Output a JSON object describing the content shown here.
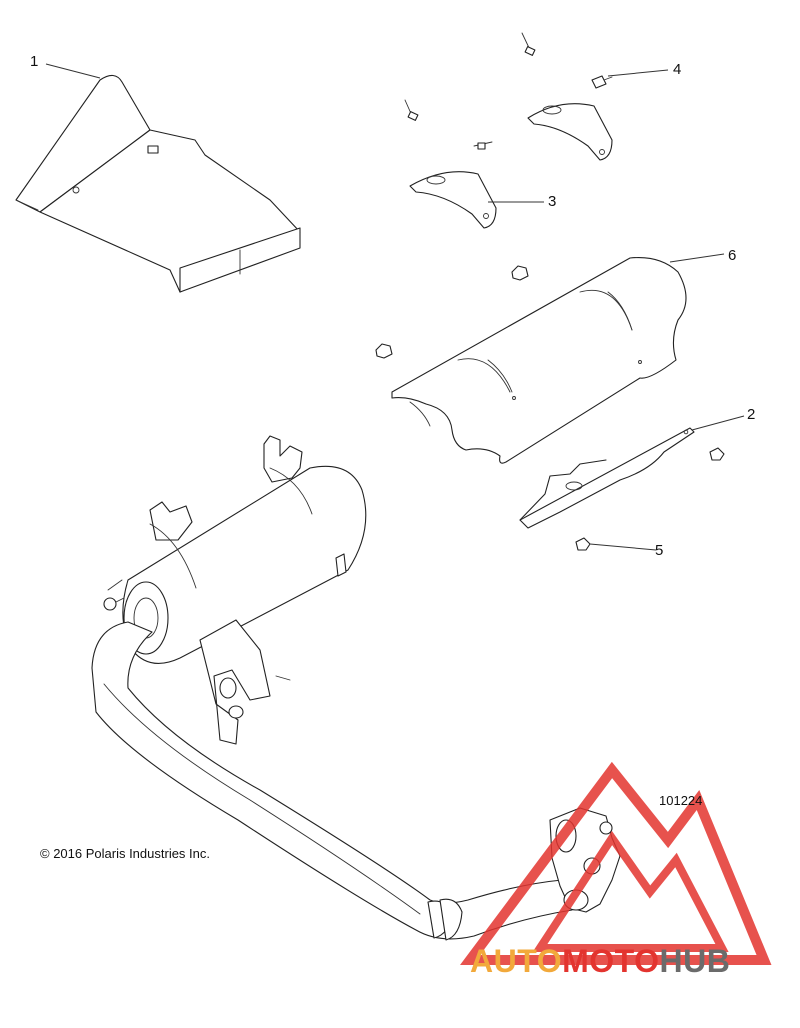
{
  "callouts": [
    {
      "id": "1",
      "label": "1"
    },
    {
      "id": "2",
      "label": "2"
    },
    {
      "id": "3",
      "label": "3"
    },
    {
      "id": "4",
      "label": "4"
    },
    {
      "id": "5",
      "label": "5"
    },
    {
      "id": "6",
      "label": "6"
    }
  ],
  "figure_number": "101224",
  "copyright": "© 2016 Polaris Industries Inc.",
  "watermark": {
    "part1": "AUTO",
    "part2": "MOTO",
    "part3": "HUB",
    "color_auto": "#f2a93b",
    "color_moto": "#e3342f",
    "color_hub": "#6b6b6b",
    "logo_color": "#e3342f"
  }
}
